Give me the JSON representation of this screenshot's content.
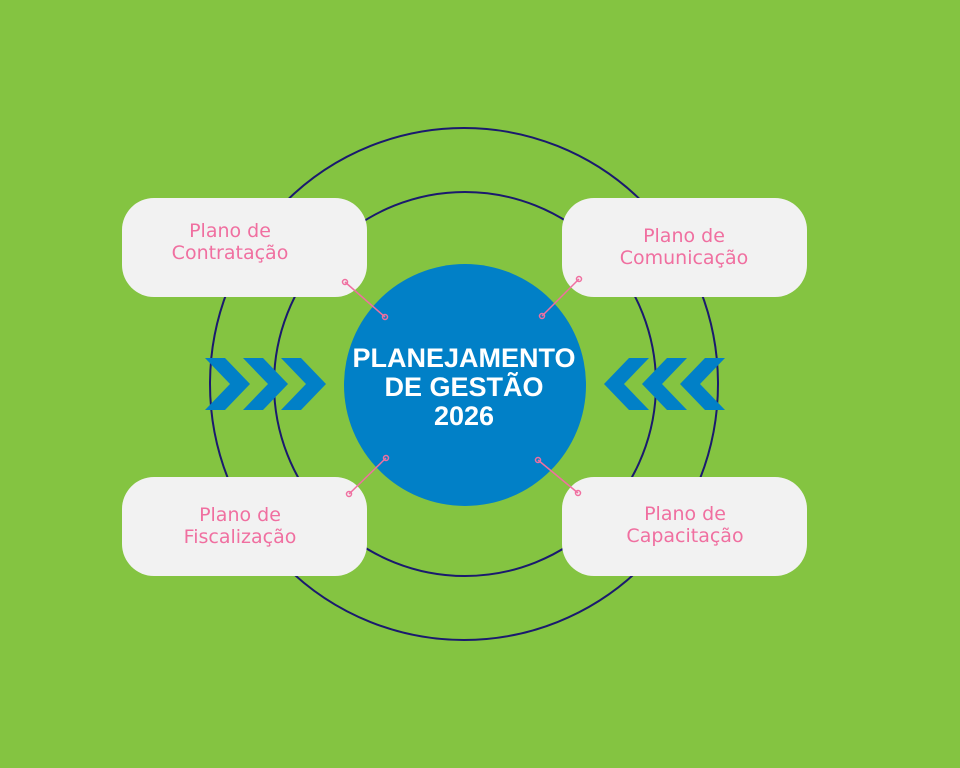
{
  "colors": {
    "background": "#84c441",
    "center": "#0180c7",
    "rings": "#1a1a6e",
    "label": "#f06fa0",
    "box": "#f2f2f2"
  },
  "center": {
    "line1": "PLANEJAMENTO",
    "line2": "DE GESTÃO",
    "line3": "2026"
  },
  "nodes": [
    {
      "line1": "Plano de",
      "line2": "Contratação"
    },
    {
      "line1": "Plano de",
      "line2": "Comunicação"
    },
    {
      "line1": "Plano de",
      "line2": "Fiscalização"
    },
    {
      "line1": "Plano de",
      "line2": "Capacitação"
    }
  ]
}
